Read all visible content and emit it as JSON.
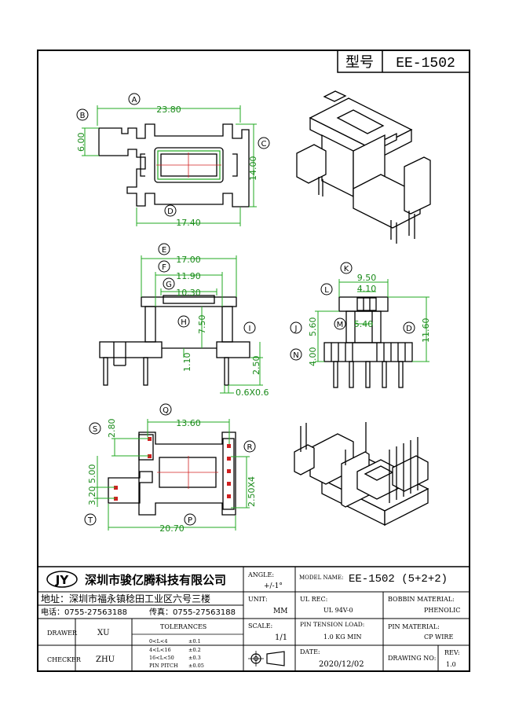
{
  "title_box": {
    "label": "型号",
    "model": "EE-1502"
  },
  "dims": {
    "A": "A",
    "B": "B",
    "C": "C",
    "D": "D",
    "E": "E",
    "F": "F",
    "G": "G",
    "H": "H",
    "I": "I",
    "J": "J",
    "K": "K",
    "L": "L",
    "M": "M",
    "N": "N",
    "P": "P",
    "Q": "Q",
    "R": "R",
    "S": "S",
    "T": "T",
    "A_val": "23.80",
    "B_val": "6.00",
    "C_val": "14.00",
    "D_val": "17.40",
    "E_val": "17.00",
    "F_val": "11.90",
    "G_val": "10.30",
    "H_val": "7.50",
    "I_val": "2.50",
    "H2_val": "1.10",
    "pin_val": "0.6X0.6",
    "K_val": "9.50",
    "L_val": "4.10",
    "J_val": "5.60",
    "M_val": "5.40",
    "N_val": "4.00",
    "D2_val": "11.60",
    "Q_val": "13.60",
    "S_val": "2.80",
    "S2_val": "5.00",
    "T_val": "3.20",
    "R_val": "2.50X4",
    "P_val": "20.70"
  },
  "company": {
    "logo": "JY",
    "name": "深圳市骏亿腾科技有限公司",
    "address": "地址：深圳市福永镇稔田工业区六号三楼",
    "phone": "电话：0755-27563188",
    "fax": "传真：0755-27563188"
  },
  "block": {
    "angle_label": "ANGLE:",
    "angle_val": "+/-1°",
    "model_label": "MODEL NAME:",
    "model_val": "EE-1502 (5+2+2)",
    "unit_label": "UNIT:",
    "unit_val": "MM",
    "ul_label": "UL REC:",
    "ul_val": "UL 94V-0",
    "bobbin_label": "BOBBIN MATERIAL:",
    "bobbin_val": "PHENOLIC",
    "drawer_label": "DRAWER",
    "drawer_val": "XU",
    "tol_label": "TOLERANCES",
    "tol_rows": [
      {
        "range": "0<L<4",
        "tol": "±0.1"
      },
      {
        "range": "4<L<16",
        "tol": "±0.2"
      },
      {
        "range": "16<L<50",
        "tol": "±0.3"
      },
      {
        "range": "PIN PITCH",
        "tol": "±0.05"
      }
    ],
    "scale_label": "SCALE:",
    "scale_val": "1/1",
    "tension_label": "PIN TENSION LOAD:",
    "tension_val": "1.0 KG MIN",
    "pinmat_label": "PIN MATERIAL:",
    "pinmat_val": "CP WIRE",
    "checker_label": "CHECKER",
    "checker_val": "ZHU",
    "date_label": "DATE:",
    "date_val": "2020/12/02",
    "drawno_label": "DRAWING NO:",
    "rev_label": "REV:",
    "rev_val": "1.0"
  }
}
